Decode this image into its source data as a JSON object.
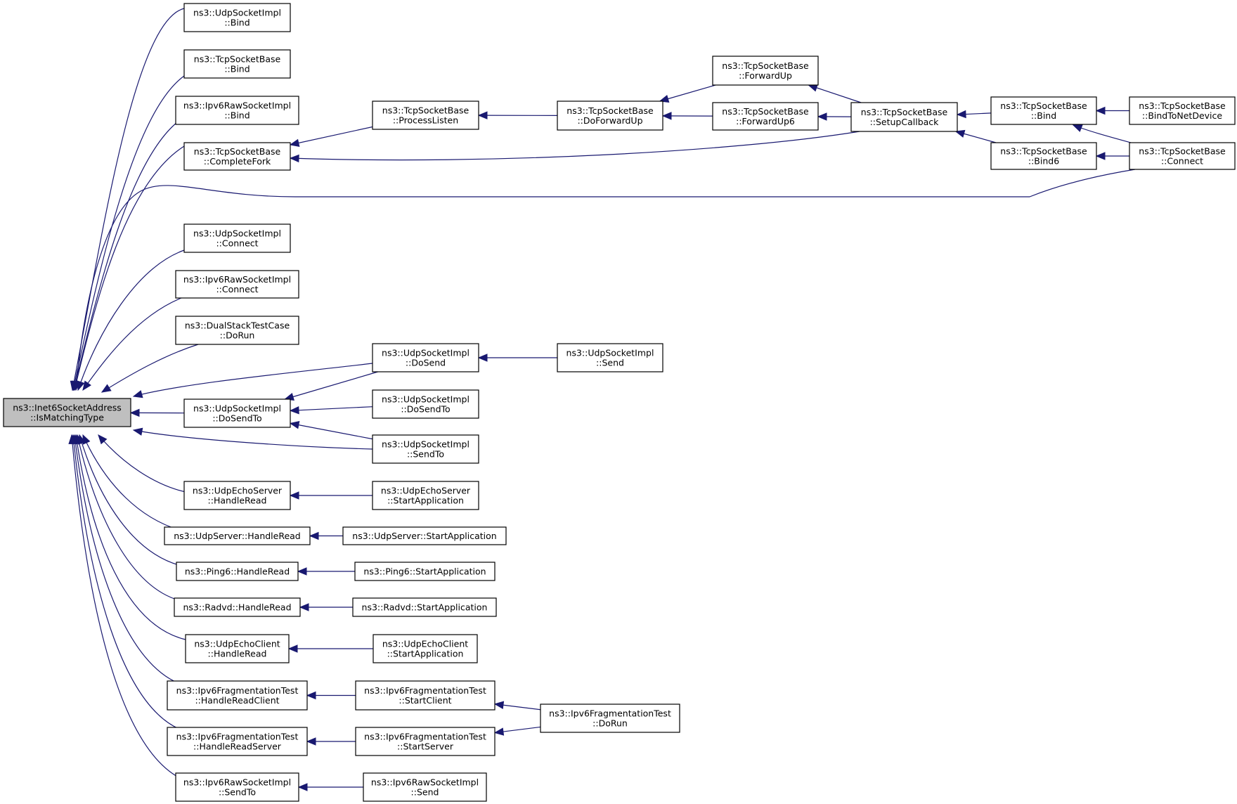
{
  "diagram": {
    "edge_color": "#191970",
    "root_fill": "#bfbfbf",
    "nodes": [
      {
        "id": "root",
        "lines": [
          "ns3::Inet6SocketAddress",
          "::IsMatchingType"
        ],
        "root": true
      },
      {
        "id": "udp_bind",
        "lines": [
          "ns3::UdpSocketImpl",
          "::Bind"
        ]
      },
      {
        "id": "tcp_bind_a",
        "lines": [
          "ns3::TcpSocketBase",
          "::Bind"
        ]
      },
      {
        "id": "ipv6raw_bind",
        "lines": [
          "ns3::Ipv6RawSocketImpl",
          "::Bind"
        ]
      },
      {
        "id": "tcp_completefork",
        "lines": [
          "ns3::TcpSocketBase",
          "::CompleteFork"
        ]
      },
      {
        "id": "udp_connect",
        "lines": [
          "ns3::UdpSocketImpl",
          "::Connect"
        ]
      },
      {
        "id": "ipv6raw_connect",
        "lines": [
          "ns3::Ipv6RawSocketImpl",
          "::Connect"
        ]
      },
      {
        "id": "dualstack_dorun",
        "lines": [
          "ns3::DualStackTestCase",
          "::DoRun"
        ]
      },
      {
        "id": "udp_dosendto",
        "lines": [
          "ns3::UdpSocketImpl",
          "::DoSendTo"
        ]
      },
      {
        "id": "udpecho_server_hr",
        "lines": [
          "ns3::UdpEchoServer",
          "::HandleRead"
        ]
      },
      {
        "id": "udpserver_hr",
        "lines": [
          "ns3::UdpServer::HandleRead"
        ]
      },
      {
        "id": "ping6_hr",
        "lines": [
          "ns3::Ping6::HandleRead"
        ]
      },
      {
        "id": "radvd_hr",
        "lines": [
          "ns3::Radvd::HandleRead"
        ]
      },
      {
        "id": "udpecho_client_hr",
        "lines": [
          "ns3::UdpEchoClient",
          "::HandleRead"
        ]
      },
      {
        "id": "ipv6frag_hrc",
        "lines": [
          "ns3::Ipv6FragmentationTest",
          "::HandleReadClient"
        ]
      },
      {
        "id": "ipv6frag_hrs",
        "lines": [
          "ns3::Ipv6FragmentationTest",
          "::HandleReadServer"
        ]
      },
      {
        "id": "ipv6raw_sendto",
        "lines": [
          "ns3::Ipv6RawSocketImpl",
          "::SendTo"
        ]
      },
      {
        "id": "tcp_processlisten",
        "lines": [
          "ns3::TcpSocketBase",
          "::ProcessListen"
        ]
      },
      {
        "id": "udp_dosend",
        "lines": [
          "ns3::UdpSocketImpl",
          "::DoSend"
        ]
      },
      {
        "id": "udp_dosendto2",
        "lines": [
          "ns3::UdpSocketImpl",
          "::DoSendTo"
        ]
      },
      {
        "id": "udp_sendto",
        "lines": [
          "ns3::UdpSocketImpl",
          "::SendTo"
        ]
      },
      {
        "id": "udpecho_server_sa",
        "lines": [
          "ns3::UdpEchoServer",
          "::StartApplication"
        ]
      },
      {
        "id": "udpserver_sa",
        "lines": [
          "ns3::UdpServer::StartApplication"
        ]
      },
      {
        "id": "ping6_sa",
        "lines": [
          "ns3::Ping6::StartApplication"
        ]
      },
      {
        "id": "radvd_sa",
        "lines": [
          "ns3::Radvd::StartApplication"
        ]
      },
      {
        "id": "udpecho_client_sa",
        "lines": [
          "ns3::UdpEchoClient",
          "::StartApplication"
        ]
      },
      {
        "id": "ipv6frag_startclient",
        "lines": [
          "ns3::Ipv6FragmentationTest",
          "::StartClient"
        ]
      },
      {
        "id": "ipv6frag_startserver",
        "lines": [
          "ns3::Ipv6FragmentationTest",
          "::StartServer"
        ]
      },
      {
        "id": "ipv6raw_send",
        "lines": [
          "ns3::Ipv6RawSocketImpl",
          "::Send"
        ]
      },
      {
        "id": "tcp_doforwardup",
        "lines": [
          "ns3::TcpSocketBase",
          "::DoForwardUp"
        ]
      },
      {
        "id": "udp_send",
        "lines": [
          "ns3::UdpSocketImpl",
          "::Send"
        ]
      },
      {
        "id": "ipv6frag_dorun",
        "lines": [
          "ns3::Ipv6FragmentationTest",
          "::DoRun"
        ]
      },
      {
        "id": "tcp_forwardup",
        "lines": [
          "ns3::TcpSocketBase",
          "::ForwardUp"
        ]
      },
      {
        "id": "tcp_forwardup6",
        "lines": [
          "ns3::TcpSocketBase",
          "::ForwardUp6"
        ]
      },
      {
        "id": "tcp_setupcallback",
        "lines": [
          "ns3::TcpSocketBase",
          "::SetupCallback"
        ]
      },
      {
        "id": "tcp_bind_b",
        "lines": [
          "ns3::TcpSocketBase",
          "::Bind"
        ]
      },
      {
        "id": "tcp_bind6",
        "lines": [
          "ns3::TcpSocketBase",
          "::Bind6"
        ]
      },
      {
        "id": "tcp_bindtonetdevice",
        "lines": [
          "ns3::TcpSocketBase",
          "::BindToNetDevice"
        ]
      },
      {
        "id": "tcp_connect",
        "lines": [
          "ns3::TcpSocketBase",
          "::Connect"
        ]
      }
    ],
    "edges": [
      {
        "from": "udp_bind",
        "to": "root"
      },
      {
        "from": "tcp_bind_a",
        "to": "root"
      },
      {
        "from": "ipv6raw_bind",
        "to": "root"
      },
      {
        "from": "tcp_completefork",
        "to": "root"
      },
      {
        "from": "tcp_connect",
        "to": "root"
      },
      {
        "from": "udp_connect",
        "to": "root"
      },
      {
        "from": "ipv6raw_connect",
        "to": "root"
      },
      {
        "from": "dualstack_dorun",
        "to": "root"
      },
      {
        "from": "udp_dosend",
        "to": "root"
      },
      {
        "from": "udp_dosendto",
        "to": "root"
      },
      {
        "from": "udp_sendto",
        "to": "root"
      },
      {
        "from": "udpecho_server_hr",
        "to": "root"
      },
      {
        "from": "udpserver_hr",
        "to": "root"
      },
      {
        "from": "ping6_hr",
        "to": "root"
      },
      {
        "from": "radvd_hr",
        "to": "root"
      },
      {
        "from": "udpecho_client_hr",
        "to": "root"
      },
      {
        "from": "ipv6frag_hrc",
        "to": "root"
      },
      {
        "from": "ipv6frag_hrs",
        "to": "root"
      },
      {
        "from": "ipv6raw_sendto",
        "to": "root"
      },
      {
        "from": "tcp_processlisten",
        "to": "tcp_completefork"
      },
      {
        "from": "tcp_setupcallback",
        "to": "tcp_completefork"
      },
      {
        "from": "tcp_doforwardup",
        "to": "tcp_processlisten"
      },
      {
        "from": "tcp_forwardup",
        "to": "tcp_doforwardup"
      },
      {
        "from": "tcp_forwardup6",
        "to": "tcp_doforwardup"
      },
      {
        "from": "tcp_setupcallback",
        "to": "tcp_forwardup"
      },
      {
        "from": "tcp_setupcallback",
        "to": "tcp_forwardup6"
      },
      {
        "from": "tcp_bind_b",
        "to": "tcp_setupcallback"
      },
      {
        "from": "tcp_bind6",
        "to": "tcp_setupcallback"
      },
      {
        "from": "tcp_bindtonetdevice",
        "to": "tcp_bind_b"
      },
      {
        "from": "tcp_connect",
        "to": "tcp_bind_b"
      },
      {
        "from": "tcp_connect",
        "to": "tcp_bind6"
      },
      {
        "from": "udp_dosend",
        "to": "udp_dosendto"
      },
      {
        "from": "udp_dosendto2",
        "to": "udp_dosendto"
      },
      {
        "from": "udp_sendto",
        "to": "udp_dosendto"
      },
      {
        "from": "udp_send",
        "to": "udp_dosend"
      },
      {
        "from": "udpecho_server_sa",
        "to": "udpecho_server_hr"
      },
      {
        "from": "udpserver_sa",
        "to": "udpserver_hr"
      },
      {
        "from": "ping6_sa",
        "to": "ping6_hr"
      },
      {
        "from": "radvd_sa",
        "to": "radvd_hr"
      },
      {
        "from": "udpecho_client_sa",
        "to": "udpecho_client_hr"
      },
      {
        "from": "ipv6frag_startclient",
        "to": "ipv6frag_hrc"
      },
      {
        "from": "ipv6frag_startserver",
        "to": "ipv6frag_hrs"
      },
      {
        "from": "ipv6frag_dorun",
        "to": "ipv6frag_startclient"
      },
      {
        "from": "ipv6frag_dorun",
        "to": "ipv6frag_startserver"
      },
      {
        "from": "ipv6raw_send",
        "to": "ipv6raw_sendto"
      }
    ]
  }
}
